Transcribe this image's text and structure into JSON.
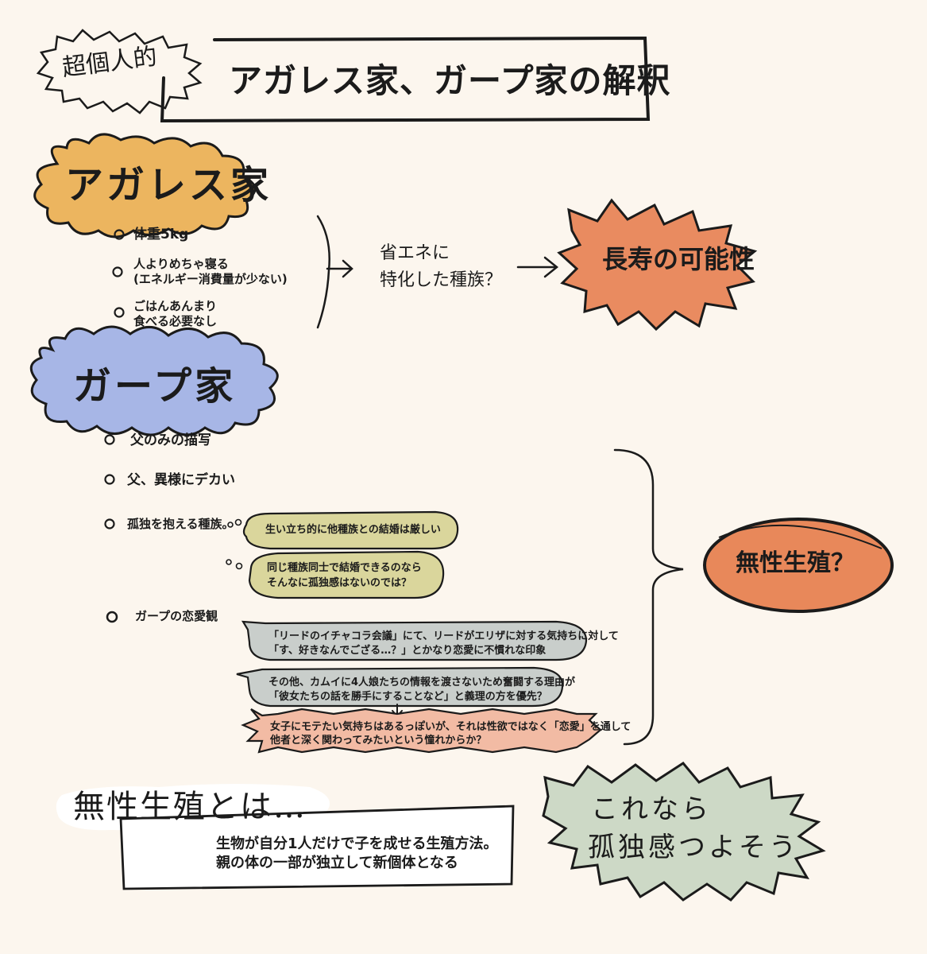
{
  "header": {
    "tag": "超個人的",
    "title": "アガレス家、ガープ家の解釈"
  },
  "agares": {
    "name": "アガレス家",
    "items": [
      [
        "体重5kg"
      ],
      [
        "人よりめちゃ寝る",
        "(エネルギー消費量が少ない)"
      ],
      [
        "ごはんあんまり",
        "食べる必要なし"
      ]
    ],
    "inference": [
      "省エネに",
      "特化した種族？"
    ],
    "conclusion": "長寿の可能性"
  },
  "gaap": {
    "name": "ガープ家",
    "items": [
      "父のみの描写",
      "父、異様にデカい",
      "孤独を抱える種族。",
      "ガープの恋愛観"
    ],
    "solitude_bubbles": [
      [
        "生い立ち的に他種族との結婚は厳しい"
      ],
      [
        "同じ種族同士で結婚できるのなら",
        "そんなに孤独感はないのでは？"
      ]
    ],
    "love_bubbles": [
      [
        "「リードのイチャコラ会議」にて、リードがエリザに対する気持ちに対して",
        "「す、好きなんでござる…？」とかなり恋愛に不慣れな印象"
      ],
      [
        "その他、カムイに4人娘たちの情報を渡さないため奮闘する理由が",
        "「彼女たちの話を勝手にすることなど」と義理の方を優先？"
      ],
      [
        "女子にモテたい気持ちはあるっぽいが、それは性欲ではなく「恋愛」を通して",
        "他者と深く関わってみたいという憧れからか？"
      ]
    ],
    "conclusion": "無性生殖？"
  },
  "definition": {
    "title": "無性生殖とは…",
    "body": [
      "生物が自分1人だけで子を成せる生殖方法。",
      "親の体の一部が独立して新個体となる"
    ]
  },
  "verdict": [
    "これなら",
    "孤独感つよそう"
  ],
  "colors": {
    "background": "#fcf6ee",
    "agares_cloud": "#ecb55f",
    "gaap_cloud": "#a7b6e6",
    "burst": "#e98b60",
    "ellipse": "#e8885a",
    "solitude_bubble": "#dad69c",
    "love_bubble": "#c9cecb",
    "pink_bubble": "#f2bba4",
    "verdict_burst": "#cdd9c6",
    "ink": "#1b1b1b"
  }
}
